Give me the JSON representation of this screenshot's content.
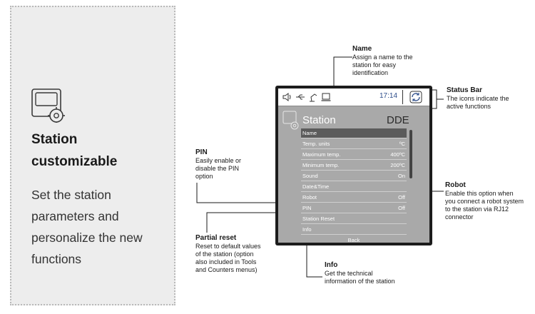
{
  "card": {
    "icon": "station-settings-icon",
    "title": "Station customizable",
    "description": "Set the station parameters and personalize the new functions"
  },
  "screen": {
    "status_bar": {
      "icons": [
        "speaker-icon",
        "usb-icon",
        "robot-arm-icon",
        "monitor-icon"
      ],
      "time": "17:14",
      "sync_icon": "sync-icon"
    },
    "title": "Station",
    "model": "DDE",
    "menu": [
      {
        "label": "Name",
        "value": "",
        "selected": true
      },
      {
        "label": "Temp. units",
        "value": "ºC"
      },
      {
        "label": "Maximum temp.",
        "value": "400ºC"
      },
      {
        "label": "Minimum temp.",
        "value": "200ºC"
      },
      {
        "label": "Sound",
        "value": "On"
      },
      {
        "label": "Date&Time",
        "value": ""
      },
      {
        "label": "Robot",
        "value": "Off"
      },
      {
        "label": "PIN",
        "value": "Off"
      },
      {
        "label": "Station Reset",
        "value": ""
      },
      {
        "label": "Info",
        "value": ""
      }
    ],
    "back_label": "Back"
  },
  "callouts": {
    "name": {
      "heading": "Name",
      "text": "Assign a name to the station for easy identification"
    },
    "status_bar": {
      "heading": "Status Bar",
      "text": "The icons indicate the active functions"
    },
    "pin": {
      "heading": "PIN",
      "text": "Easily enable or disable the PIN option"
    },
    "robot": {
      "heading": "Robot",
      "text": "Enable this option when you connect a robot system to the station via RJ12 connector"
    },
    "partial_reset": {
      "heading": "Partial reset",
      "text": "Reset to default values of the station (option also included in Tools and Counters menus)"
    },
    "info": {
      "heading": "Info",
      "text": "Get the technical information of the station"
    }
  }
}
